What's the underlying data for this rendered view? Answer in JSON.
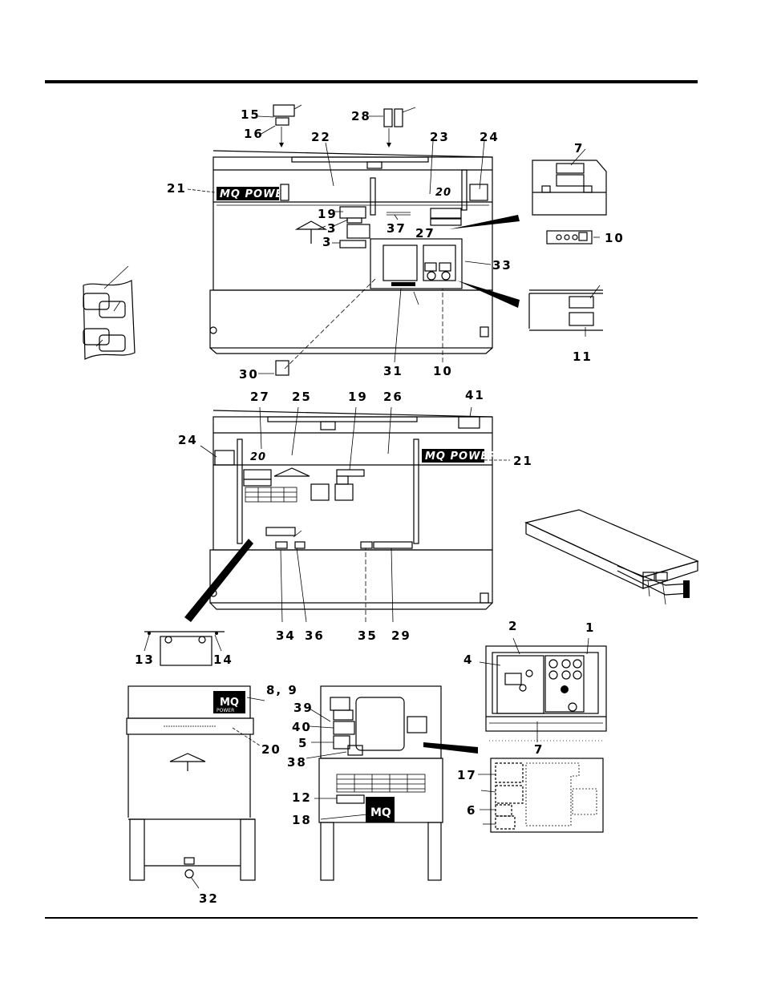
{
  "labels": {
    "l15": "15",
    "l16": "16",
    "l28": "28",
    "l22": "22",
    "l23": "23",
    "l24a": "24",
    "l7a": "7",
    "l21a": "21",
    "l19a": "19",
    "l3a": "3",
    "l3b": "3",
    "l37": "37",
    "l27a": "27",
    "l10a": "10",
    "l33": "33",
    "l11": "11",
    "l30": "30",
    "l31": "31",
    "l10b": "10",
    "l27b": "27",
    "l25": "25",
    "l19b": "19",
    "l26": "26",
    "l41": "41",
    "l24b": "24",
    "l21b": "21",
    "l34": "34",
    "l36": "36",
    "l35": "35",
    "l29": "29",
    "l13": "13",
    "l14": "14",
    "l2": "2",
    "l1": "1",
    "l4": "4",
    "l89": "8, 9",
    "l39": "39",
    "l40": "40",
    "l5": "5",
    "l20": "20",
    "l38": "38",
    "l7b": "7",
    "l17": "17",
    "l12": "12",
    "l6": "6",
    "l18": "18",
    "l32": "32"
  },
  "decals": {
    "brand": "MQ POWER",
    "rating_top": "20",
    "rating_mid": "20",
    "logo": "MQ",
    "logo_sub": "POWER"
  },
  "colors": {
    "ink": "#000000",
    "paper": "#ffffff"
  }
}
